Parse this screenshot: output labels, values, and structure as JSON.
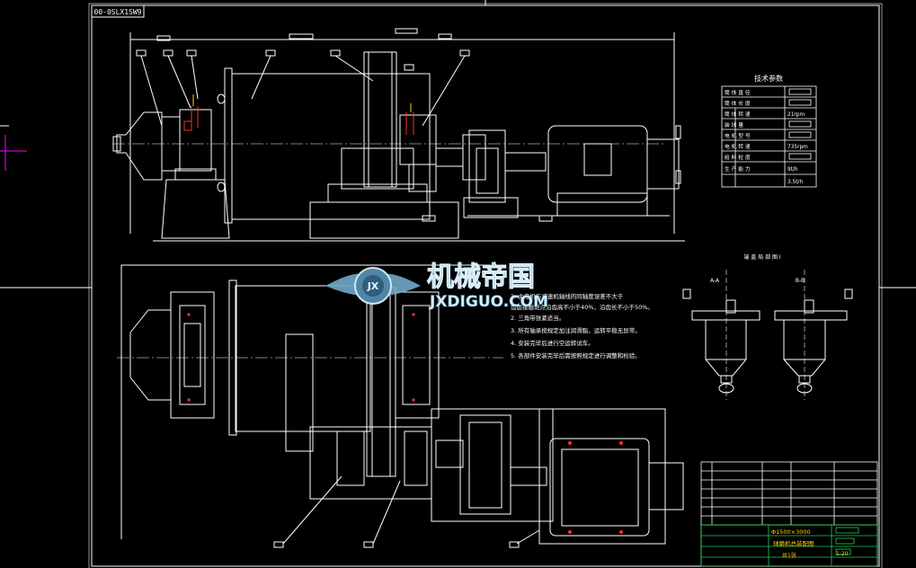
{
  "drawing": {
    "drawing_number": "00-0SLX1SW9",
    "tech_params_title": "技术参数",
    "tech_params_rows": [
      {
        "label": "筒 体 直 径",
        "value": ""
      },
      {
        "label": "筒 体 长 度",
        "value": ""
      },
      {
        "label": "筒 体 转 速",
        "value": "21rpm"
      },
      {
        "label": "装 球 量",
        "value": ""
      },
      {
        "label": "电 机 型 号",
        "value": ""
      },
      {
        "label": "电 机 转 速",
        "value": "735rpm"
      },
      {
        "label": "给 料 粒 度",
        "value": ""
      },
      {
        "label": "生 产 能 力",
        "value": "9t/h"
      },
      {
        "label": "",
        "value": "3.5t/h"
      }
    ],
    "detail_title": "端 盖 局 部 图 Ⅰ",
    "detail_labels": [
      "A-A",
      "B-B"
    ],
    "notes": [
      "2. 主电机与减速机轴线的同轴度误差不大于",
      "   齿面接触斑点沿齿高不小于40%，沿齿长不小于50%。",
      "2. 三角带张紧适当。",
      "3. 所有轴承按规定加注润滑脂，运转平稳无异常。",
      "4. 安装完毕后进行空运转试车。",
      "5. 各部件安装完毕后需按照规定进行调整和检验。"
    ],
    "title_block": {
      "model": "Φ1500×3000",
      "name": "球磨机总装配图",
      "scale": "1:20",
      "sheet": "共1张"
    }
  },
  "watermark": {
    "cn": "机械帝国",
    "en": "JXDIGUO.COM",
    "badge": "JX"
  },
  "colors": {
    "background": "#000000",
    "line": "#ffffff",
    "accent_red": "#ff3030",
    "accent_green": "#22cc55",
    "accent_yellow": "#ffd400",
    "magenta": "#ff00ff",
    "watermark_blue": "#6fa8c8"
  }
}
